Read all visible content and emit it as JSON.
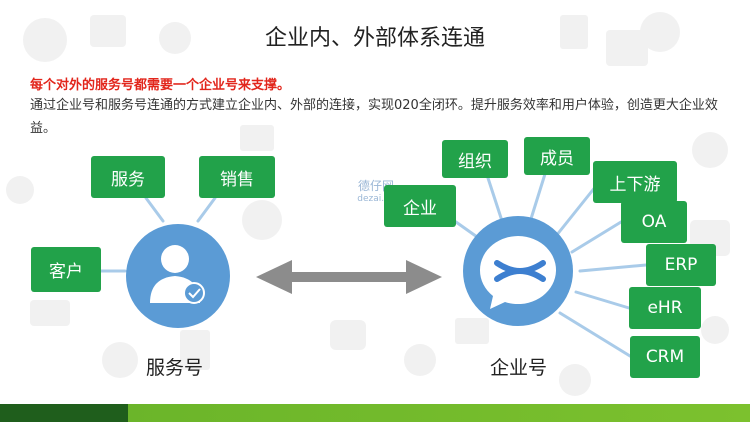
{
  "title": "企业内、外部体系连通",
  "lead_red": "每个对外的服务号都需要一个企业号来支撑。",
  "lead_body": "通过企业号和服务号连通的方式建立企业内、外部的连接，实现020全闭环。提升服务效率和用户体验，创造更大企业效益。",
  "left_node": {
    "label": "服务号",
    "icon": "user-check-icon",
    "tags": [
      "客户",
      "服务",
      "销售"
    ]
  },
  "right_node": {
    "label": "企业号",
    "icon": "enterprise-chat-icon",
    "tags": [
      "企业",
      "组织",
      "成员",
      "上下游",
      "OA",
      "ERP",
      "eHR",
      "CRM"
    ]
  },
  "watermark": {
    "line1": "德仔网",
    "line2": "dezai.cn"
  },
  "colors": {
    "tag_green": "#22a24a",
    "node_blue": "#5b9bd5",
    "arrow_gray": "#8c8c8c",
    "accent_red": "#e2261c",
    "bar_dark": "#1f5e1c",
    "bar_light": "#7cc12e"
  }
}
